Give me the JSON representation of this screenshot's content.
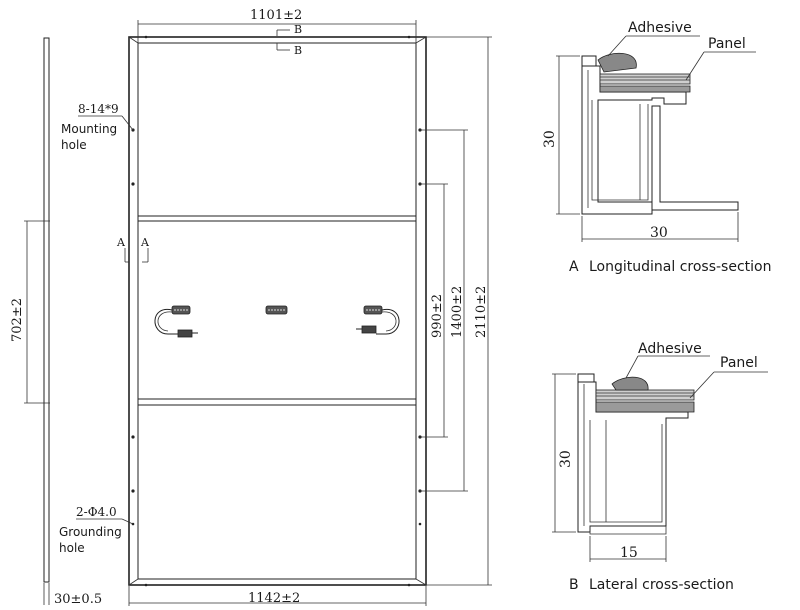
{
  "front_view": {
    "inner_width": "1101±2",
    "outer_width": "1142±2",
    "section_b_top": "B",
    "section_b_bottom": "B",
    "section_a_left": "A",
    "section_a_right": "A",
    "mounting_hole_spec": "8-14*9",
    "mounting_hole_label_1": "Mounting",
    "mounting_hole_label_2": "hole",
    "grounding_hole_spec": "2-Φ4.0",
    "grounding_hole_label_1": "Grounding",
    "grounding_hole_label_2": "hole",
    "dim_990": "990±2",
    "dim_1400": "1400±2",
    "dim_2110": "2110±2"
  },
  "side_view": {
    "dim_702": "702±2",
    "thickness": "30±0.5"
  },
  "section_a": {
    "adhesive": "Adhesive",
    "panel": "Panel",
    "height": "30",
    "width": "30",
    "letter": "A",
    "caption": "Longitudinal cross-section"
  },
  "section_b": {
    "adhesive": "Adhesive",
    "panel": "Panel",
    "height": "30",
    "width": "15",
    "letter": "B",
    "caption": "Lateral cross-section"
  }
}
